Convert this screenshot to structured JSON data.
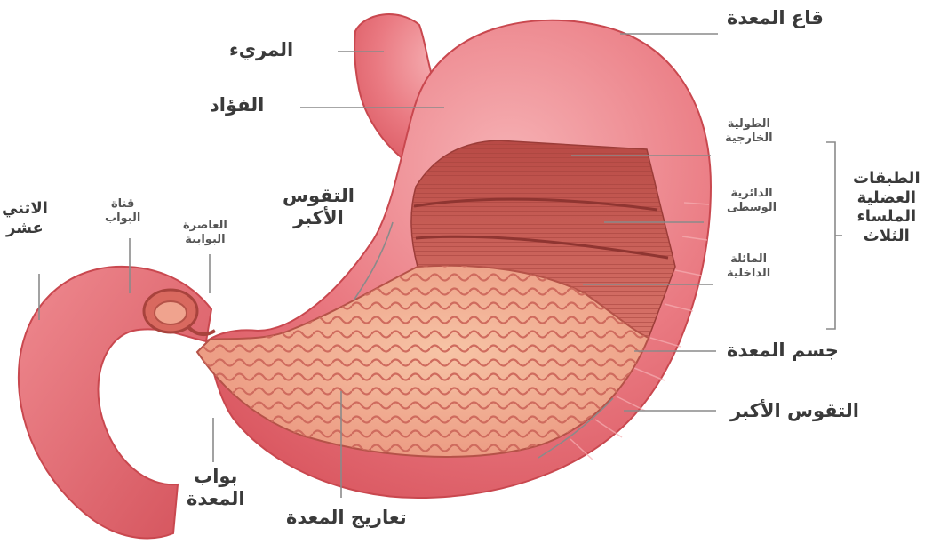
{
  "labels": {
    "fundus": "قاع المعدة",
    "esophagus": "المريء",
    "cardia": "الفؤاد",
    "lesser_curvature": [
      "التقوس",
      "الأكبر"
    ],
    "duodenum": [
      "الاثني",
      "عشر"
    ],
    "pyloric_canal": [
      "قناة",
      "البواب"
    ],
    "pyloric_sphincter": [
      "العاصرة",
      "البوابية"
    ],
    "outer_longitudinal": [
      "الطولية",
      "الخارجية"
    ],
    "middle_circular": [
      "الدائرية",
      "الوسطى"
    ],
    "inner_oblique": [
      "المائلة",
      "الداخلية"
    ],
    "muscle_layers": [
      "الطبقات",
      "العضلية",
      "الملساء",
      "الثلاث"
    ],
    "body": "جسم المعدة",
    "greater_curvature": "التقوس الأكبر",
    "pylorus": [
      "بواب",
      "المعدة"
    ],
    "rugae": "تعاريج المعدة"
  },
  "colors": {
    "outer": "#e8707a",
    "outer_light": "#f29aa0",
    "muscle": "#c95a52",
    "muscle_dark": "#a94440",
    "lining": "#f2a585",
    "rugae": "#d06a5e",
    "leader": "#8a8a8a"
  }
}
